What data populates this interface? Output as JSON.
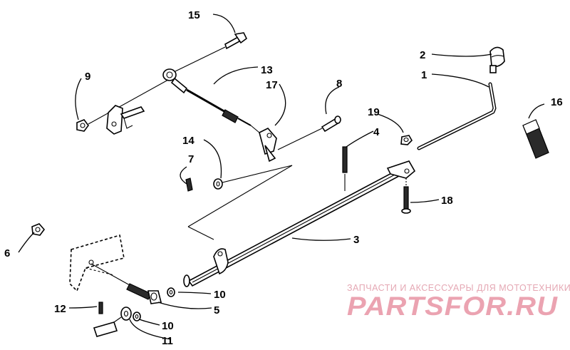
{
  "callouts": {
    "c1": "1",
    "c2": "2",
    "c3": "3",
    "c4": "4",
    "c5": "5",
    "c6": "6",
    "c7": "7",
    "c8": "8",
    "c9": "9",
    "c10a": "10",
    "c10b": "10",
    "c11": "11",
    "c12": "12",
    "c13": "13",
    "c14": "14",
    "c15": "15",
    "c16": "16",
    "c17": "17",
    "c18": "18",
    "c19": "19"
  },
  "watermark": {
    "tagline": "ЗАПЧАСТИ И АКСЕССУАРЫ ДЛЯ МОТОТЕХНИКИ",
    "brand": "PARTSFOR.RU"
  },
  "colors": {
    "ink": "#000000",
    "watermark": "#eba3b1",
    "background": "#ffffff"
  }
}
